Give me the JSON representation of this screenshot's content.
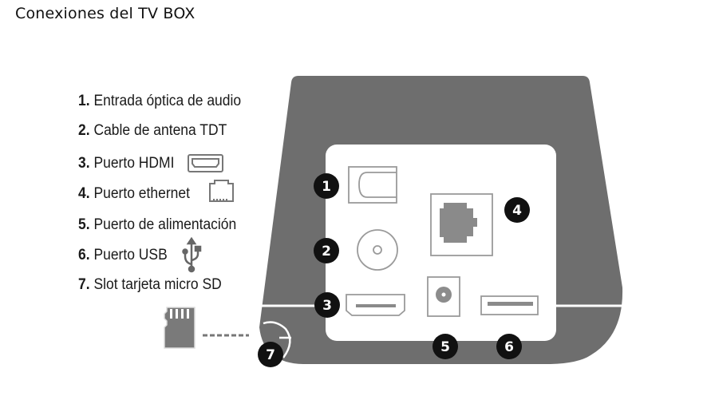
{
  "title": "Conexiones del TV BOX",
  "legend": [
    {
      "num": "1.",
      "label": "Entrada óptica de audio",
      "icon": null
    },
    {
      "num": "2.",
      "label": "Cable de antena TDT",
      "icon": null
    },
    {
      "num": "3.",
      "label": "Puerto HDMI",
      "icon": "hdmi-icon"
    },
    {
      "num": "4.",
      "label": "Puerto ethernet",
      "icon": "ethernet-icon"
    },
    {
      "num": "5.",
      "label": "Puerto de alimentación",
      "icon": null
    },
    {
      "num": "6.",
      "label": "Puerto USB",
      "icon": "usb-icon"
    },
    {
      "num": "7.",
      "label": "Slot tarjeta micro SD",
      "icon": null
    }
  ],
  "badges": [
    "1",
    "2",
    "3",
    "4",
    "5",
    "6",
    "7"
  ],
  "colors": {
    "device_body": "#6e6e6e",
    "port_outline": "#9a9a9a",
    "port_fill": "#8c8c8c",
    "badge": "#111111"
  }
}
